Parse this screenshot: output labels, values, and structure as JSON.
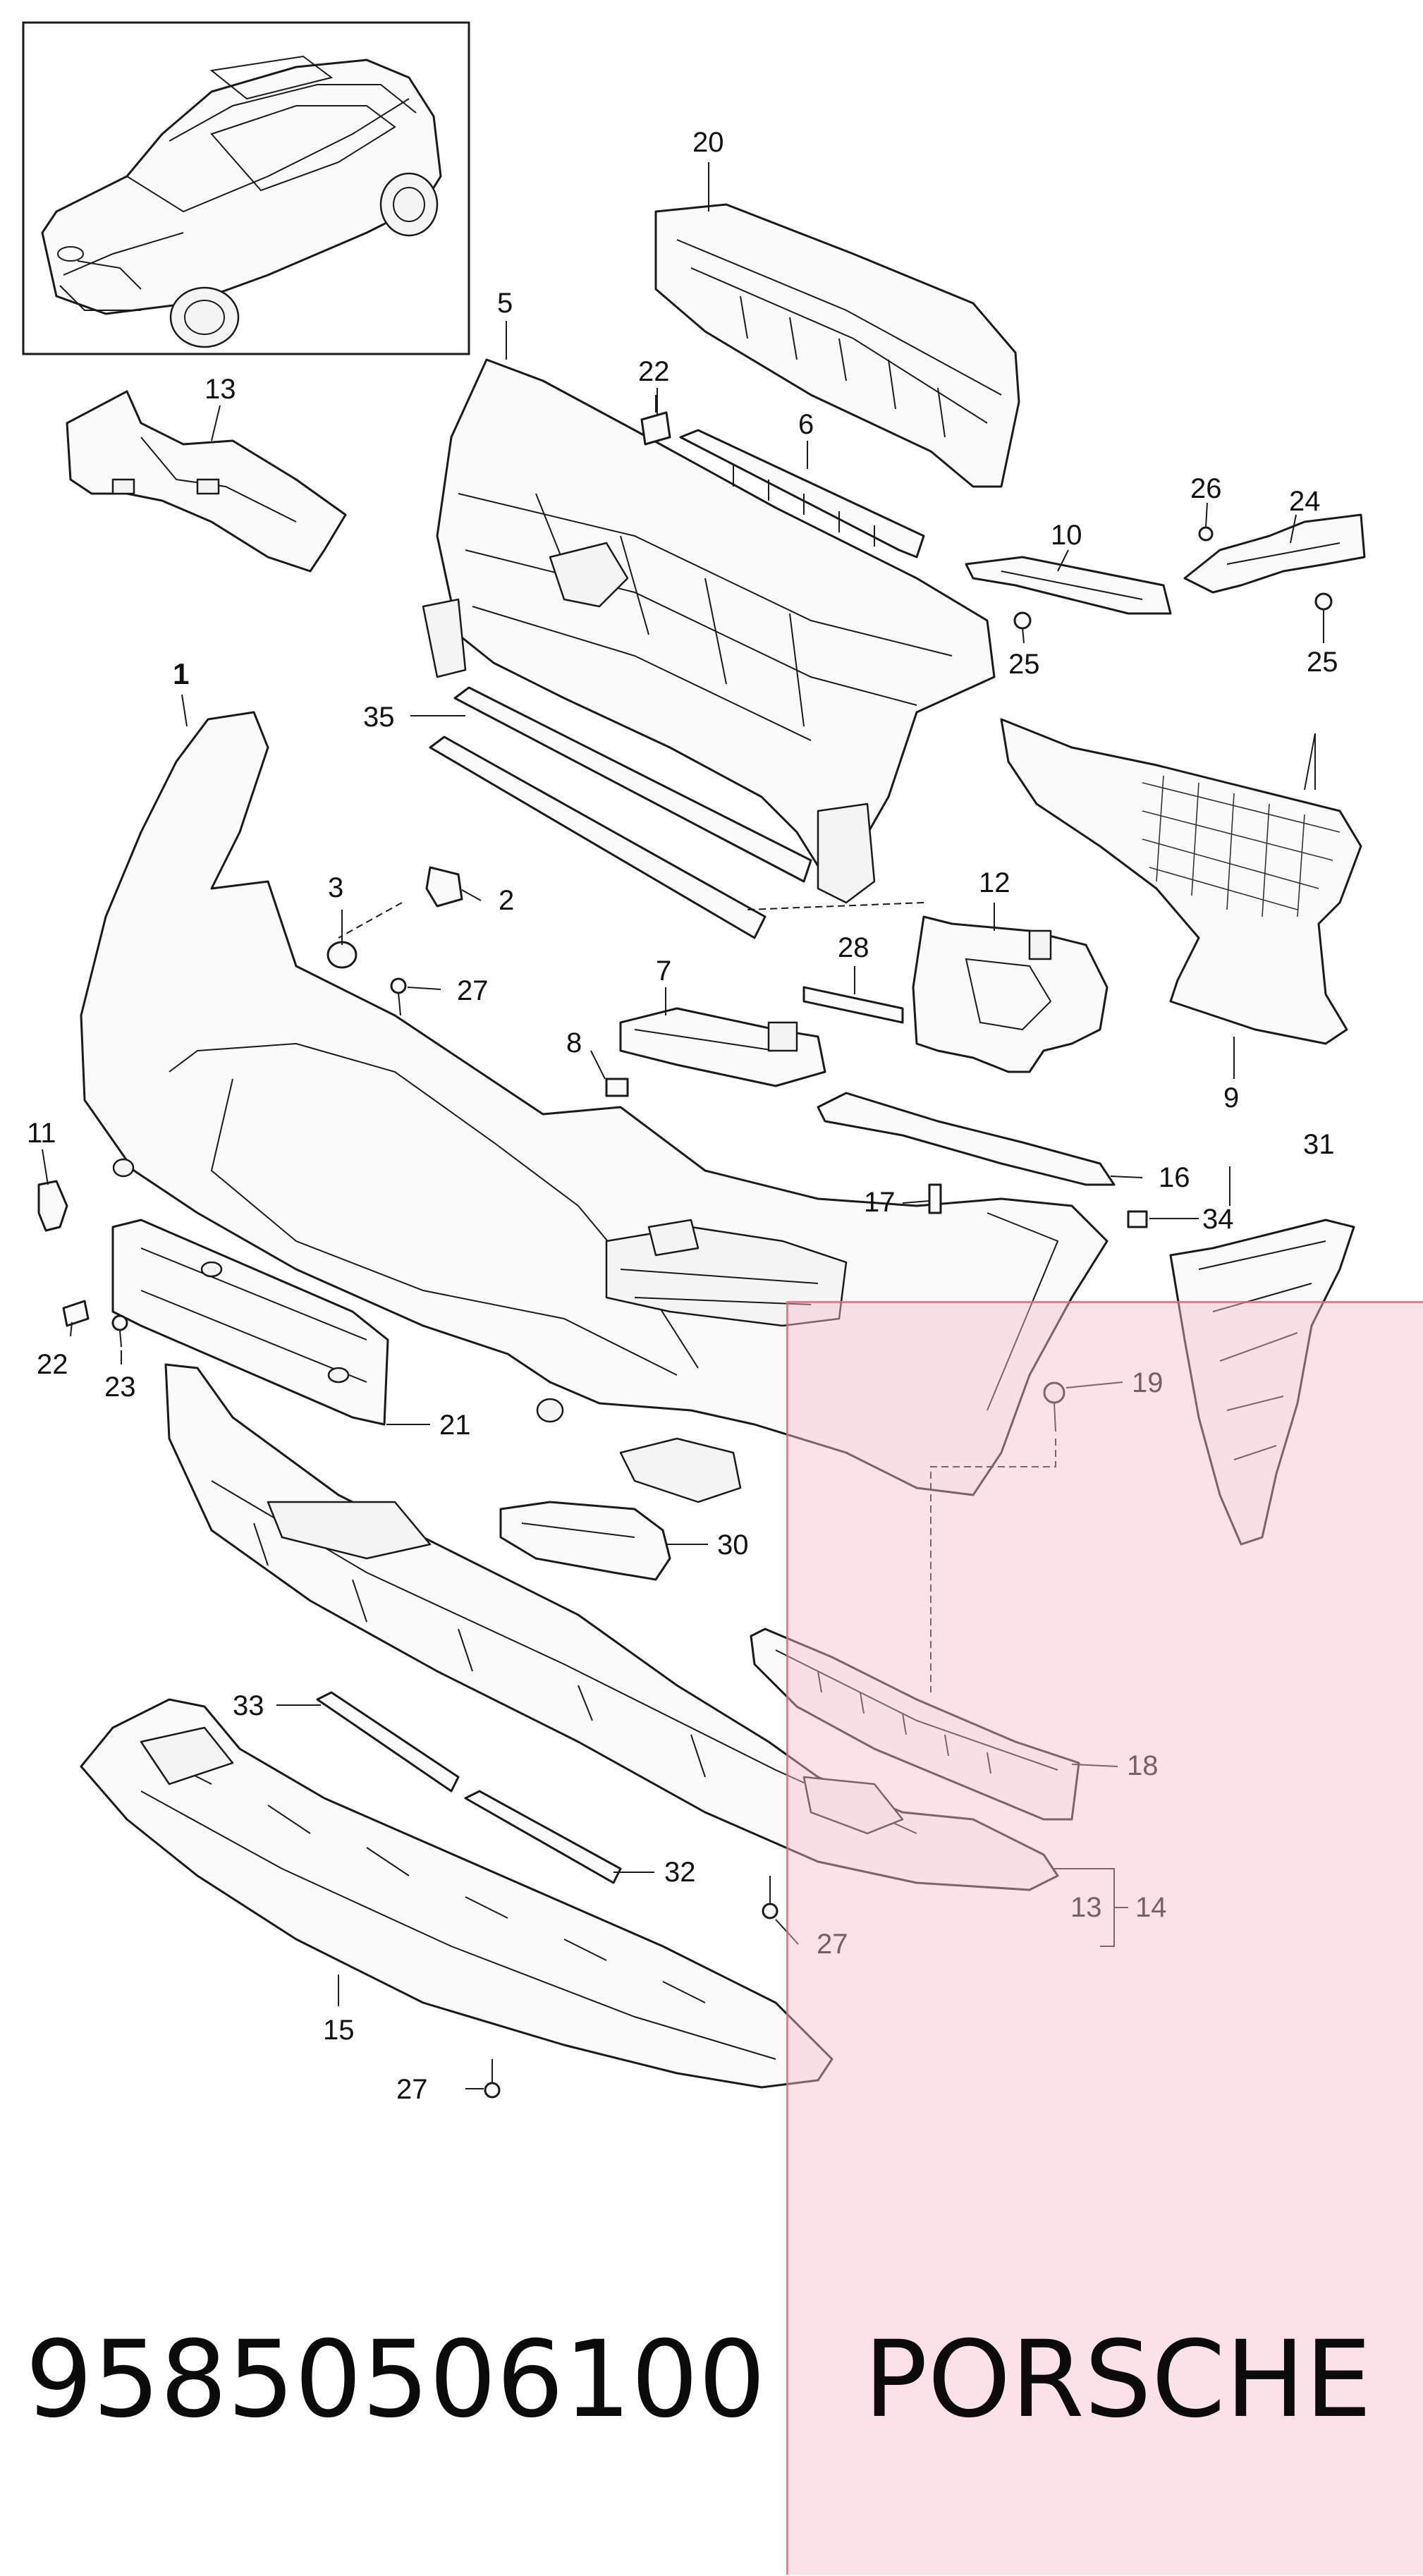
{
  "diagram": {
    "callouts": [
      "1",
      "2",
      "3",
      "5",
      "6",
      "7",
      "8",
      "9",
      "10",
      "11",
      "12",
      "13",
      "14",
      "15",
      "16",
      "17",
      "18",
      "19",
      "20",
      "21",
      "22",
      "23",
      "24",
      "25",
      "26",
      "27",
      "28",
      "30",
      "31",
      "32",
      "33",
      "34",
      "35"
    ]
  },
  "footer": {
    "part_number": "95850506100",
    "brand": "PORSCHE"
  },
  "overlay": {
    "color": "#f8bccd"
  }
}
